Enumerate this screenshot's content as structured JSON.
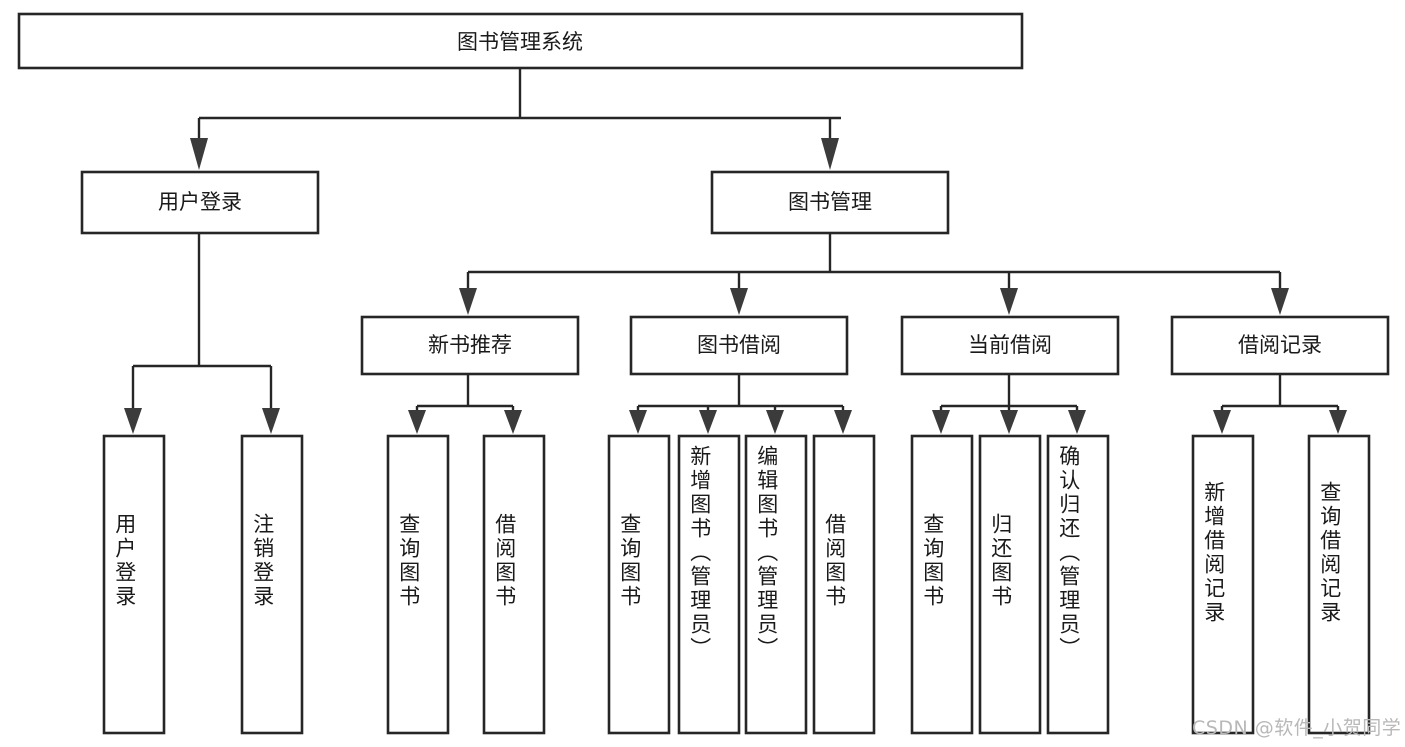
{
  "diagram": {
    "title": "图书管理系统",
    "root": {
      "id": "root",
      "label": "图书管理系统"
    },
    "level2": [
      {
        "id": "user-login",
        "label": "用户登录"
      },
      {
        "id": "book-manage",
        "label": "图书管理"
      }
    ],
    "level3": [
      {
        "id": "new-book-recommend",
        "label": "新书推荐"
      },
      {
        "id": "book-borrow",
        "label": "图书借阅"
      },
      {
        "id": "current-borrow",
        "label": "当前借阅"
      },
      {
        "id": "borrow-record",
        "label": "借阅记录"
      }
    ],
    "leaves": [
      {
        "id": "leaf-user-login",
        "label": "用户登录",
        "parent": "user-login"
      },
      {
        "id": "leaf-user-logout",
        "label": "注销登录",
        "parent": "user-login"
      },
      {
        "id": "leaf-query-book-1",
        "label": "查询图书",
        "parent": "new-book-recommend"
      },
      {
        "id": "leaf-borrow-book-1",
        "label": "借阅图书",
        "parent": "new-book-recommend"
      },
      {
        "id": "leaf-query-book-2",
        "label": "查询图书",
        "parent": "book-borrow"
      },
      {
        "id": "leaf-add-book",
        "label": "新增图书（管理员）",
        "parent": "book-borrow"
      },
      {
        "id": "leaf-edit-book",
        "label": "编辑图书（管理员）",
        "parent": "book-borrow"
      },
      {
        "id": "leaf-borrow-book-2",
        "label": "借阅图书",
        "parent": "book-borrow"
      },
      {
        "id": "leaf-query-book-3",
        "label": "查询图书",
        "parent": "current-borrow"
      },
      {
        "id": "leaf-return-book",
        "label": "归还图书",
        "parent": "current-borrow"
      },
      {
        "id": "leaf-confirm-return",
        "label": "确认归还（管理员）",
        "parent": "current-borrow"
      },
      {
        "id": "leaf-add-record",
        "label": "新增借阅记录",
        "parent": "borrow-record"
      },
      {
        "id": "leaf-query-record",
        "label": "查询借阅记录",
        "parent": "borrow-record"
      }
    ],
    "watermark": "CSDN @软件_小贺同学",
    "colors": {
      "box_stroke": "#262626",
      "box_fill": "#ffffff",
      "text": "#1a1a1a",
      "watermark": "#b8b8b8",
      "background": "#ffffff"
    }
  }
}
